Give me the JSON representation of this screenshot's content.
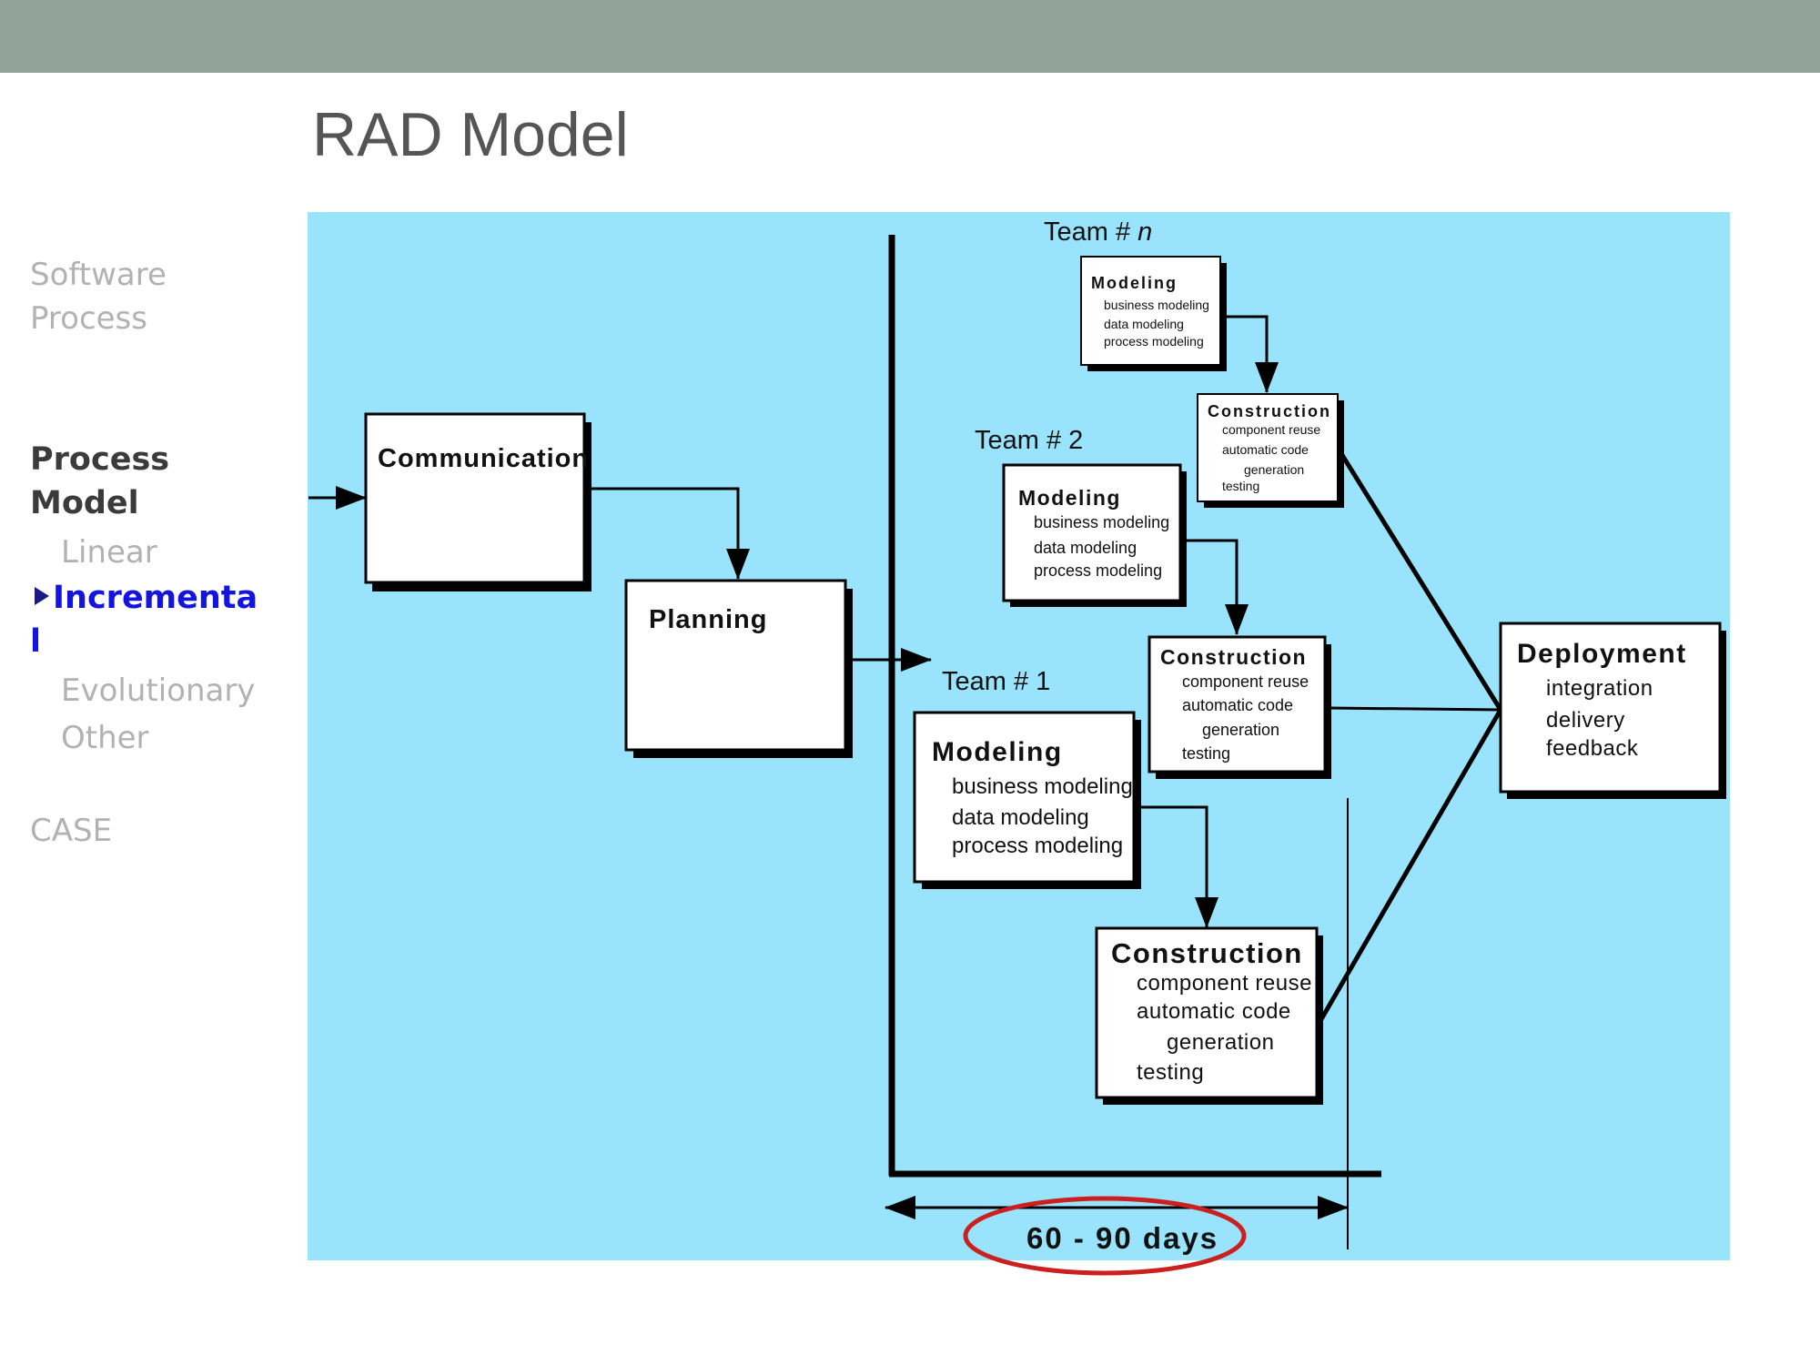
{
  "slide": {
    "title": "RAD Model"
  },
  "sidebar": {
    "software_process": [
      "Software",
      "Process"
    ],
    "process_model": [
      "Process",
      "Model"
    ],
    "linear": "Linear",
    "incremental": [
      "Incrementa",
      "l"
    ],
    "evolutionary": "Evolutionary",
    "other": "Other",
    "case": "CASE"
  },
  "diagram": {
    "communication": "Communication",
    "planning": "Planning",
    "teams": {
      "team1": "Team # 1",
      "team2": "Team # 2",
      "teamn_prefix": "Team # ",
      "teamn_suffix": "n"
    },
    "modeling": {
      "title": "Modeling",
      "items": [
        "business modeling",
        "data modeling",
        "process modeling"
      ]
    },
    "construction": {
      "title": "Construction",
      "items": [
        "component reuse",
        "automatic code",
        "generation",
        "testing"
      ]
    },
    "deployment": {
      "title": "Deployment",
      "items": [
        "integration",
        "delivery",
        "feedback"
      ]
    },
    "timebox": "60 - 90 days"
  },
  "colors": {
    "topbar": "#92a399",
    "panel": "#99e3fc",
    "ellipse": "#cc1f1f",
    "active_nav": "#1414e0"
  }
}
